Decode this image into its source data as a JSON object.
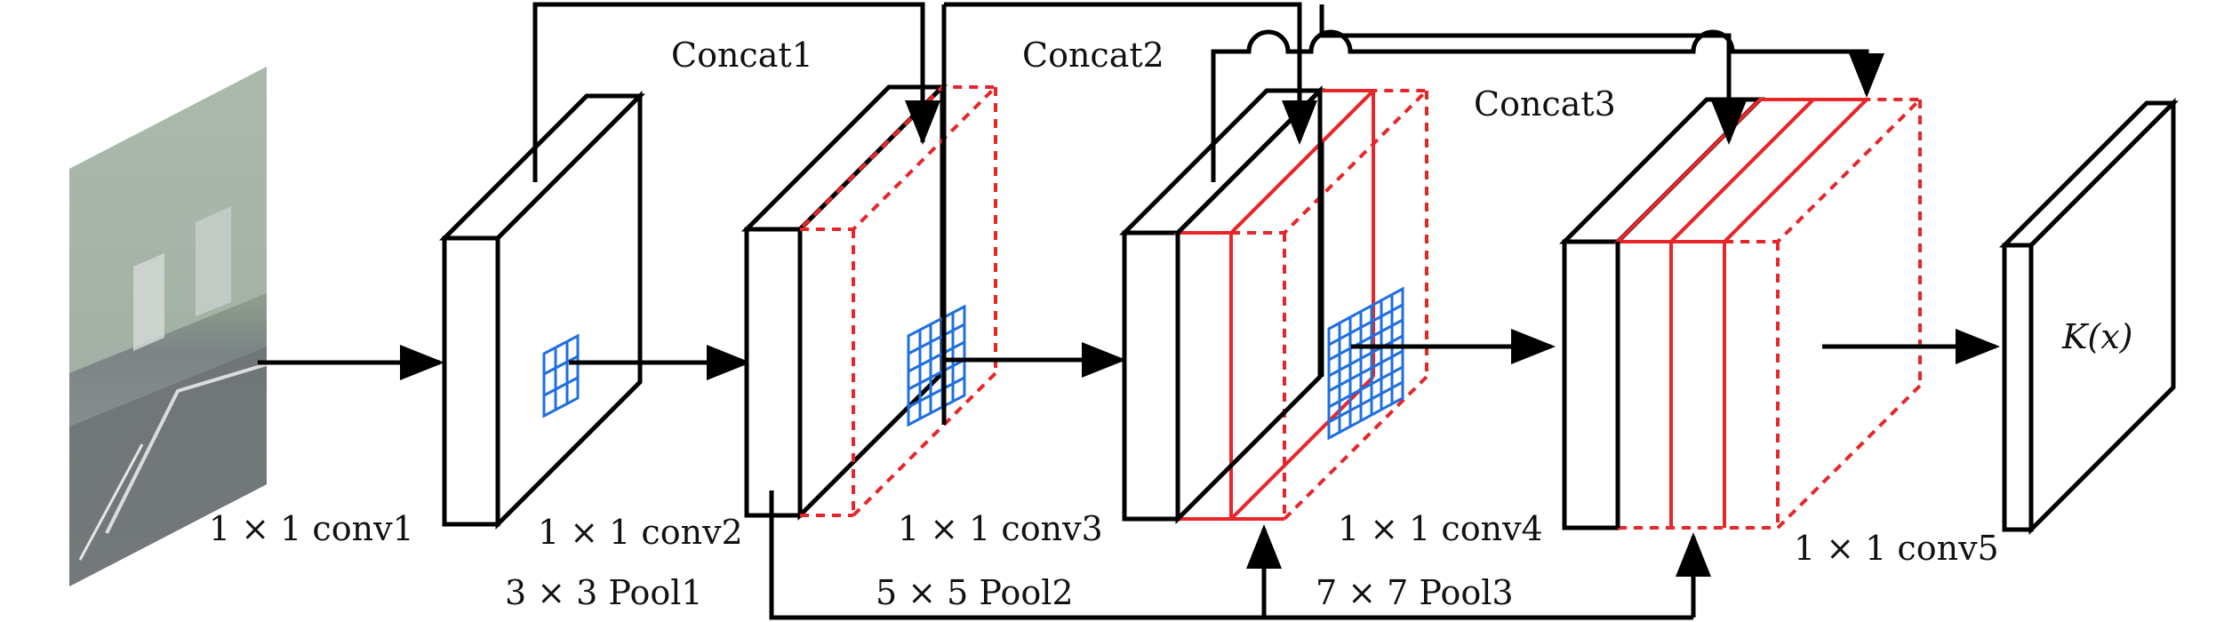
{
  "labels": {
    "concat1": "Concat1",
    "concat2": "Concat2",
    "concat3": "Concat3",
    "conv1": "1 × 1 conv1",
    "conv2": "1 × 1 conv2",
    "conv3": "1 × 1 conv3",
    "conv4": "1 × 1 conv4",
    "conv5": "1 × 1 conv5",
    "pool1": "3 × 3 Pool1",
    "pool2": "5 × 5 Pool2",
    "pool3": "7 × 7 Pool3",
    "output": "K(x)"
  },
  "colors": {
    "stroke": "#000000",
    "concat_red": "#e8262a",
    "kernel_blue": "#1f6fe0"
  }
}
